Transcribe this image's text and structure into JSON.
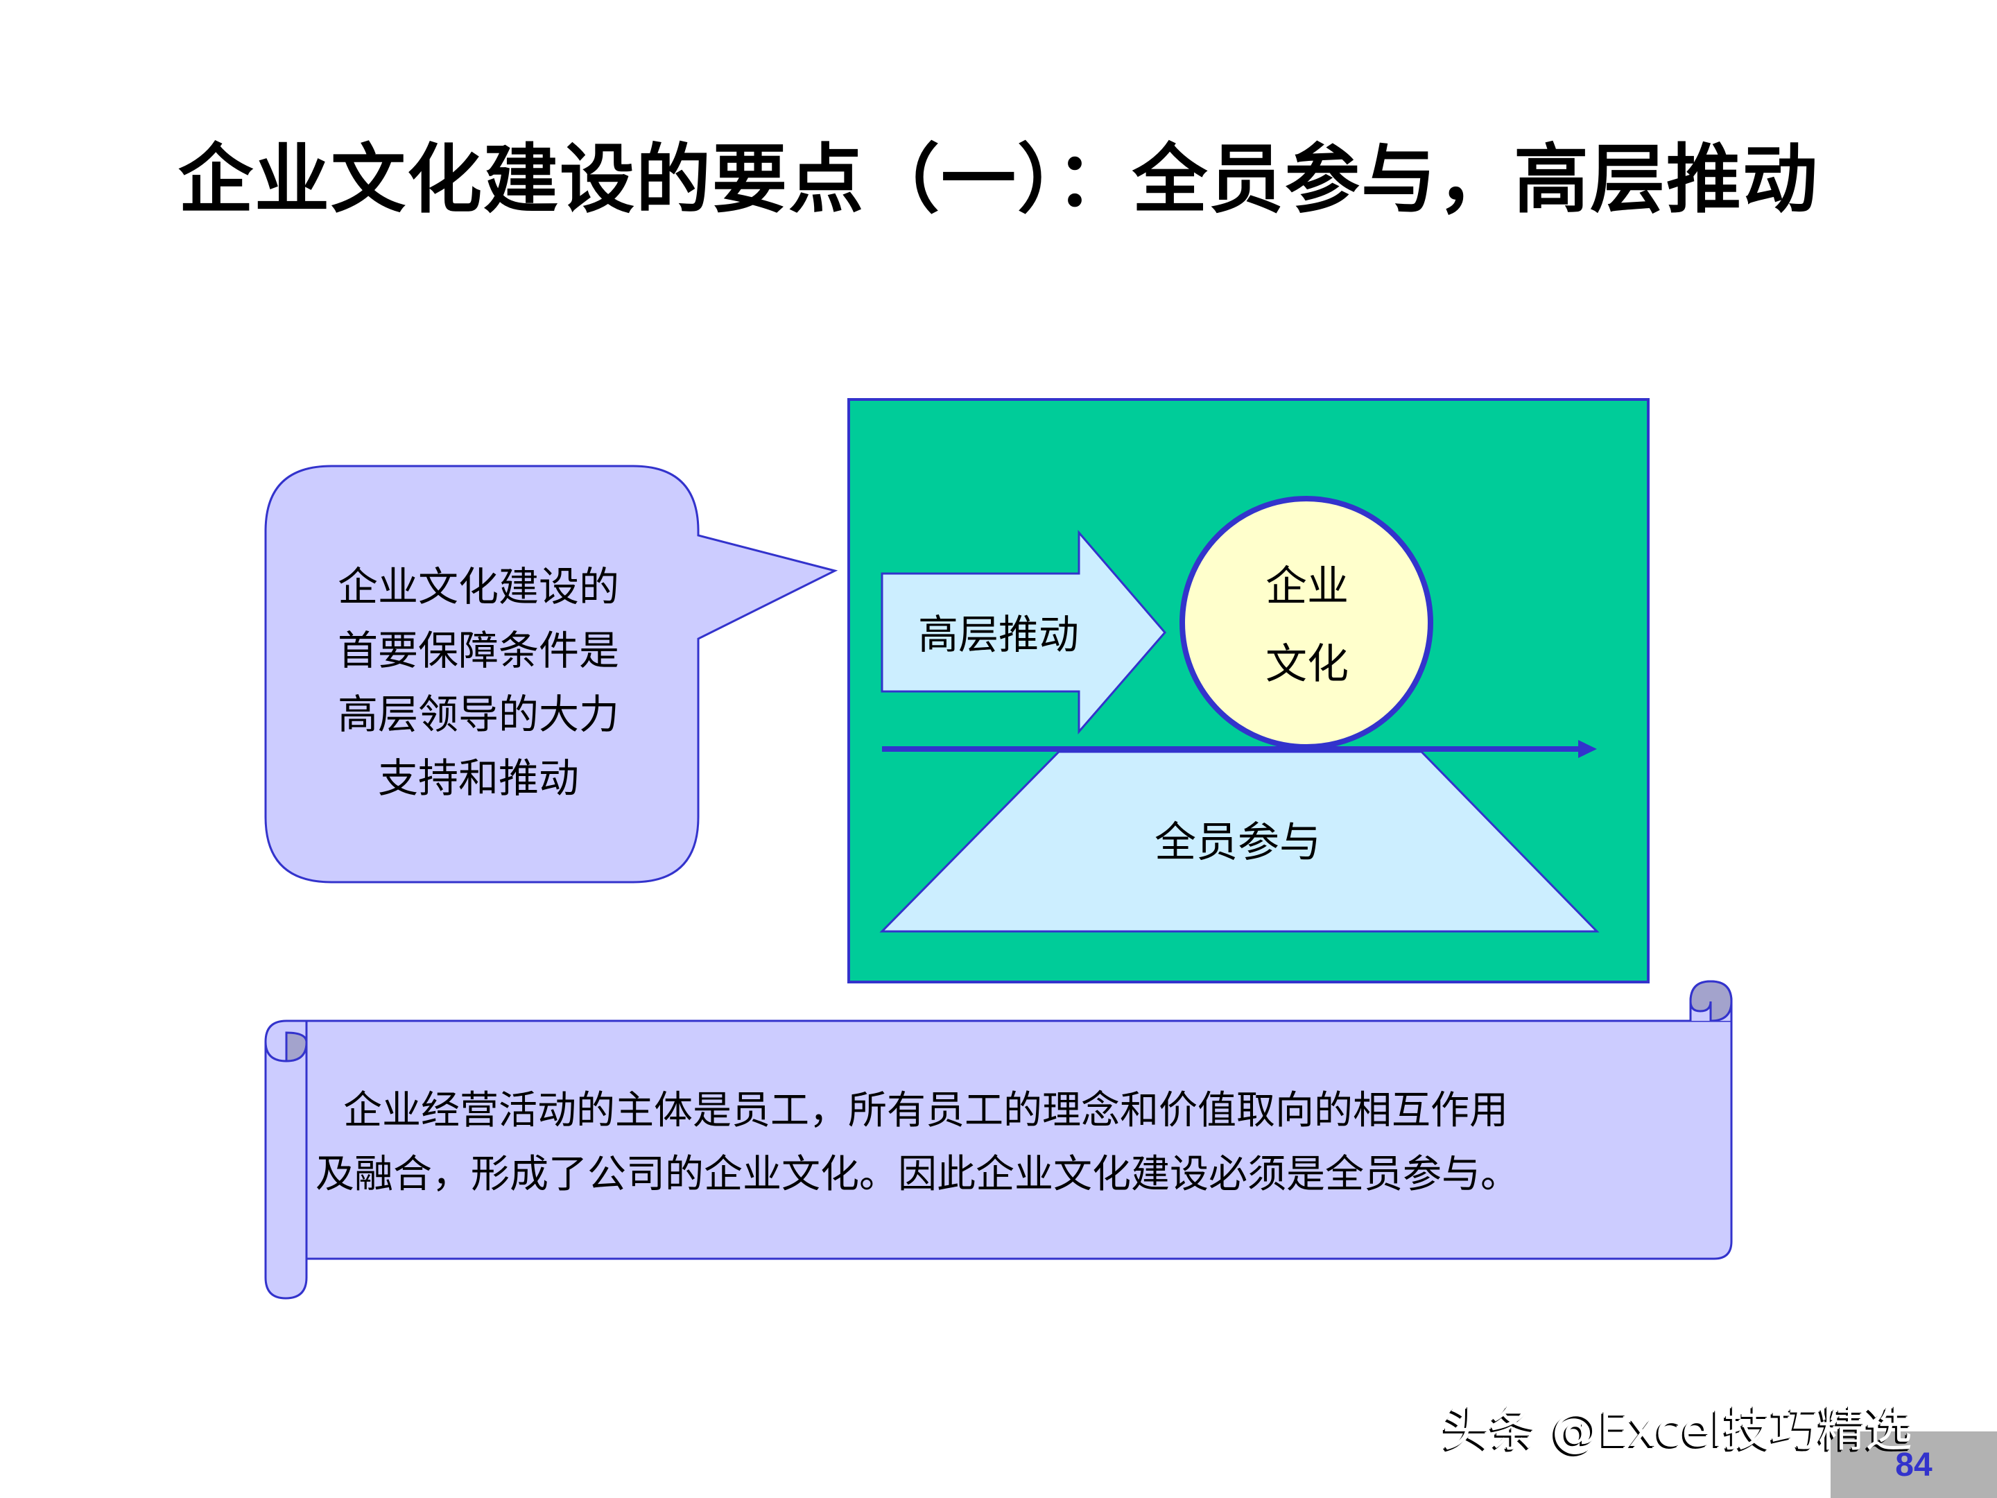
{
  "slide": {
    "title": "企业文化建设的要点（一）：全员参与，高层推动",
    "page_number": "84"
  },
  "callout": {
    "lines": [
      "企业文化建设的",
      "首要保障条件是",
      "高层领导的大力",
      "支持和推动"
    ]
  },
  "diagram": {
    "arrow_label": "高层推动",
    "circle_label_lines": [
      "企业",
      "文化"
    ],
    "base_label": "全员参与"
  },
  "scroll": {
    "lines": [
      "企业经营活动的主体是员工，所有员工的理念和价值取向的相互作用",
      "及融合，形成了公司的企业文化。因此企业文化建设必须是全员参与。"
    ]
  },
  "watermark": {
    "text": "头条 @Excel技巧精选"
  },
  "colors": {
    "outline": "#3333cc",
    "diagram_background": "#00cc99",
    "callout_fill": "#ccccff",
    "light_blue_fill": "#cceeff",
    "circle_fill": "#ffffcc",
    "scroll_curl_fill": "#a3a3cc",
    "page_box": "#b2b2b2"
  }
}
